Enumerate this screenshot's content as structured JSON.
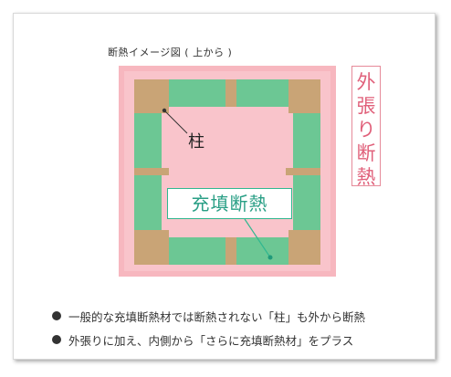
{
  "diagram": {
    "title": "断熱イメージ図 ( 上から )",
    "outer_insulation_label": [
      "外",
      "張",
      "り",
      "断",
      "熱"
    ],
    "pillar_label": "柱",
    "fill_insulation_label": "充填断熱"
  },
  "notes": [
    "一般的な充填断熱材では断熱されない「柱」も外から断熱",
    "外張りに加え、内側から「さらに充填断熱材」をプラス"
  ],
  "colors": {
    "outer_insulation": "#f7b7bf",
    "outer_insulation_edge": "#f6a3ad",
    "fill_insulation": "#6cc794",
    "pillar": "#c9a476",
    "accent_teal": "#30b890",
    "accent_pink": "#e0607a"
  }
}
